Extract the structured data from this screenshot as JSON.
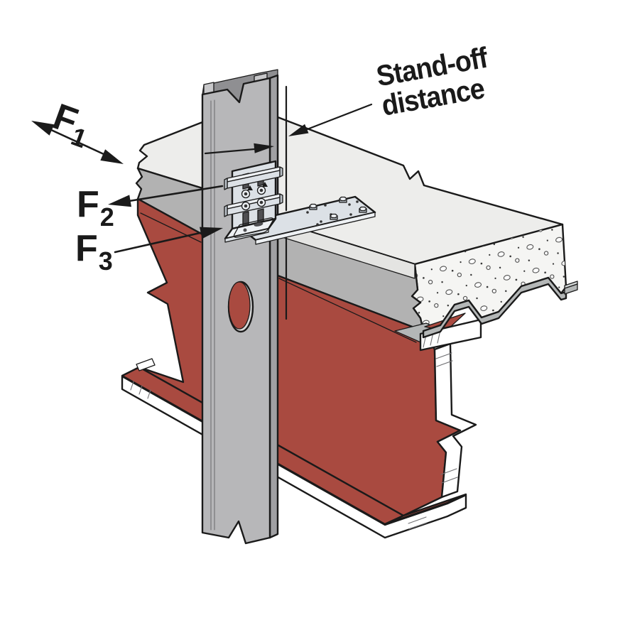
{
  "diagram": {
    "labels": {
      "f1": {
        "base": "F",
        "sub": "1"
      },
      "f2": {
        "base": "F",
        "sub": "2"
      },
      "f3": {
        "base": "F",
        "sub": "3"
      },
      "standoff": {
        "line1": "Stand-off",
        "line2": "distance"
      }
    },
    "colors": {
      "outline": "#1a1a1a",
      "beam_red": "#a94a40",
      "stud_gray": "#b7b7b9",
      "stud_side": "#a0a0a3",
      "stud_cap": "#8f8f92",
      "stud_lip": "#c8c8ca",
      "slab_top": "#ededeb",
      "slab_cut_gray": "#b2b2b2",
      "slab_cut_light": "#e4e4e2",
      "concrete_face": "#f5f5f3",
      "deck_gray": "#b4b7b7",
      "deck_light": "#d3d7d7",
      "connector_steel": "#dce1e6",
      "connector_light": "#eef1f4",
      "connector_dark": "#b9c0c7",
      "slot_dark": "#4f4f52",
      "hole_rim": "#d8d8d8",
      "white": "#ffffff"
    }
  }
}
